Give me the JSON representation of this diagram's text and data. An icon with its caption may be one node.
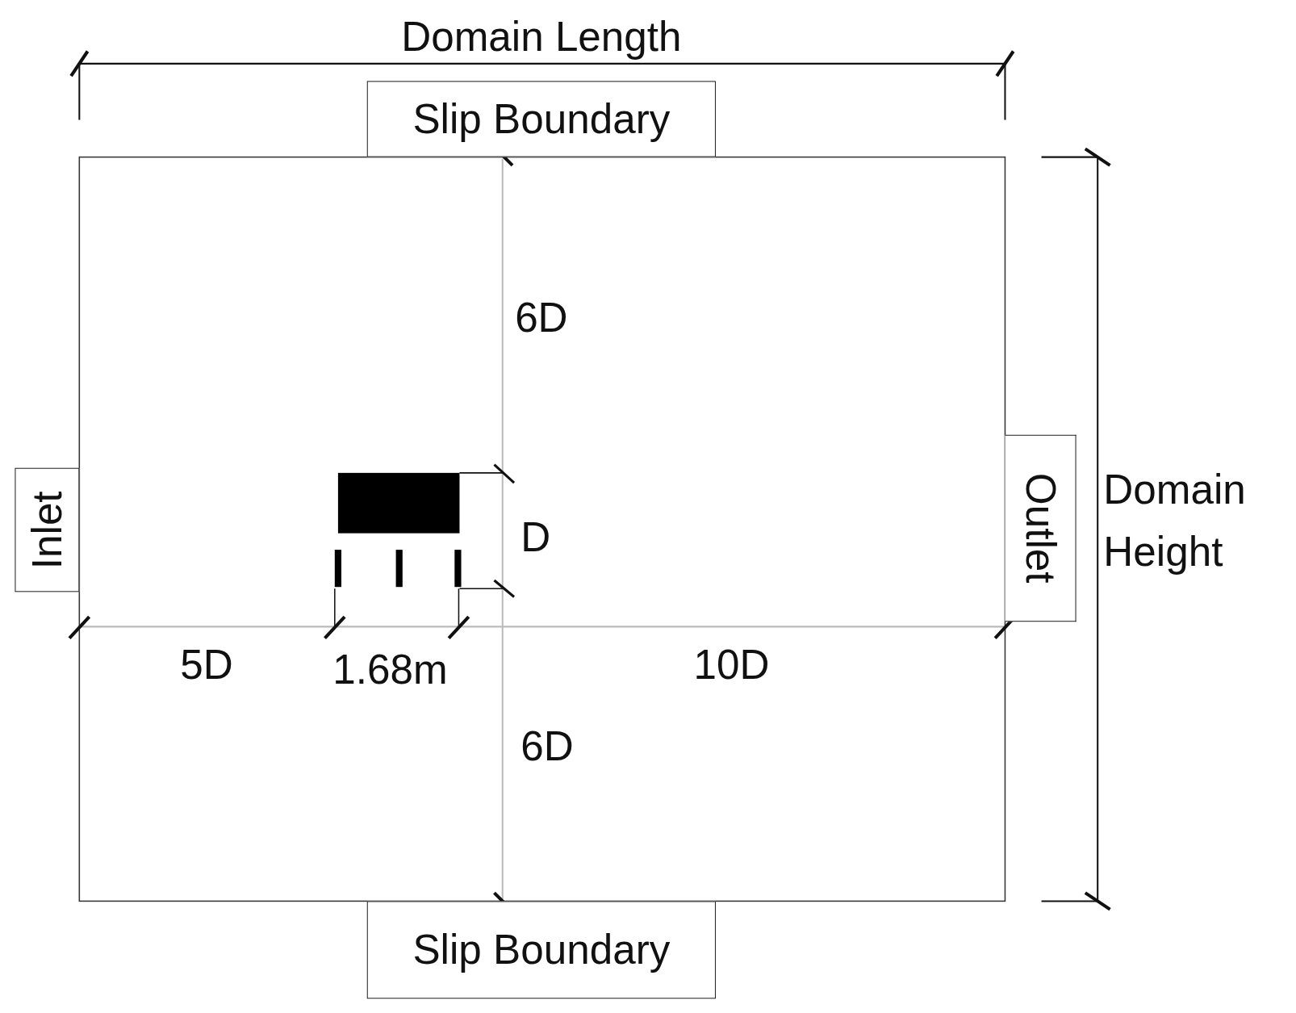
{
  "diagram": {
    "nodes": [
      {
        "text": [
          "Slip Boundary"
        ]
      },
      {
        "text": [
          "Inlet"
        ]
      },
      {
        "text": [
          "Outlet"
        ]
      },
      {
        "text": [
          "Slip Boundary"
        ]
      }
    ],
    "labels": [
      "Domain Length",
      "6D",
      "Domain Height",
      "D",
      "5D",
      "1.68m",
      "10D",
      "6D"
    ]
  }
}
